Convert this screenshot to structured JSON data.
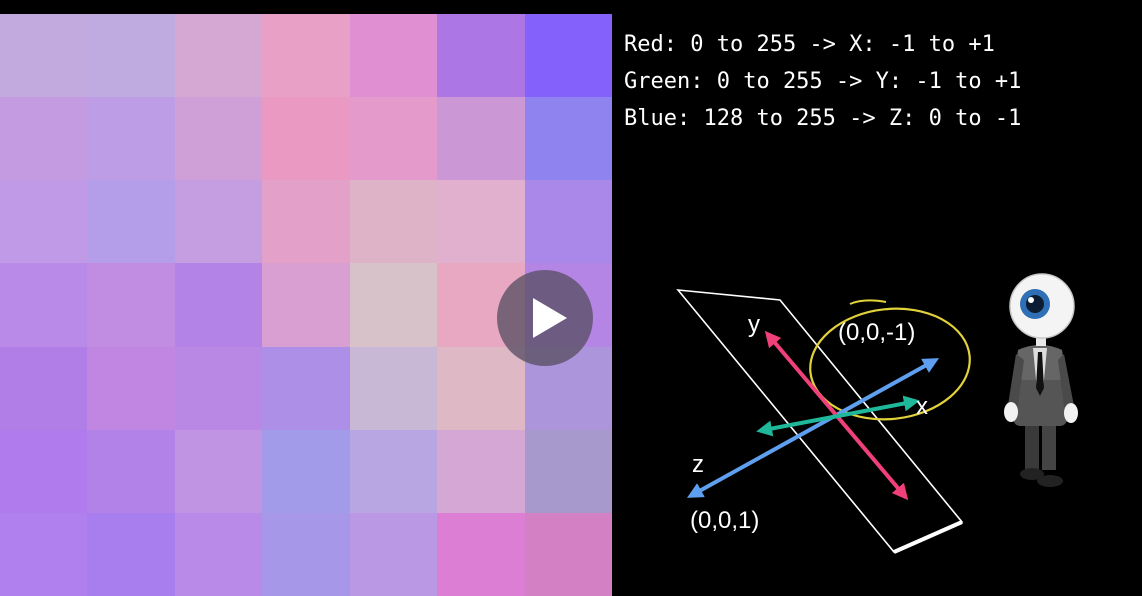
{
  "video": {
    "play_button_label": "Play"
  },
  "swatches": {
    "rows": [
      [
        "#c2a9de",
        "#c0abe1",
        "#d5a8d3",
        "#e8a0c7",
        "#df8fd2",
        "#ac77e5",
        "#8461fa"
      ],
      [
        "#c49ae0",
        "#bc9de6",
        "#cfa0d7",
        "#e999c2",
        "#e49bcb",
        "#cc97d5",
        "#8f84ef"
      ],
      [
        "#c09ae6",
        "#b49de9",
        "#c49ee0",
        "#e3a0c8",
        "#deb2c7",
        "#e0b0ce",
        "#a988ea"
      ],
      [
        "#b98ae8",
        "#c18de3",
        "#b383e8",
        "#d99ed2",
        "#d6c2c8",
        "#e8a8c2",
        "#b585e6"
      ],
      [
        "#b17ee7",
        "#c186e2",
        "#b988e4",
        "#ae8fe7",
        "#c8b8d5",
        "#dfb8c5",
        "#ac95db"
      ],
      [
        "#b07ced",
        "#b382e9",
        "#c194e3",
        "#a29be9",
        "#b8a6e2",
        "#d4a7d5",
        "#a899cd"
      ],
      [
        "#b180ef",
        "#a87ded",
        "#b98ae7",
        "#a697e8",
        "#bb98e3",
        "#dc7ed4",
        "#d380c4"
      ]
    ]
  },
  "mapping": {
    "red": "Red: 0 to 255 -> X: -1 to +1",
    "green": "Green: 0 to 255 -> Y: -1 to +1",
    "blue": "Blue: 128 to 255 -> Z: 0 to -1"
  },
  "diagram": {
    "y_label": "y",
    "x_label": "x",
    "z_label": "z",
    "point_far": "(0,0,-1)",
    "point_near": "(0,0,1)",
    "colors": {
      "y_axis": "#f0407a",
      "x_axis": "#1fb89a",
      "z_axis": "#5f9ff0",
      "highlight": "#e2d23a"
    }
  }
}
